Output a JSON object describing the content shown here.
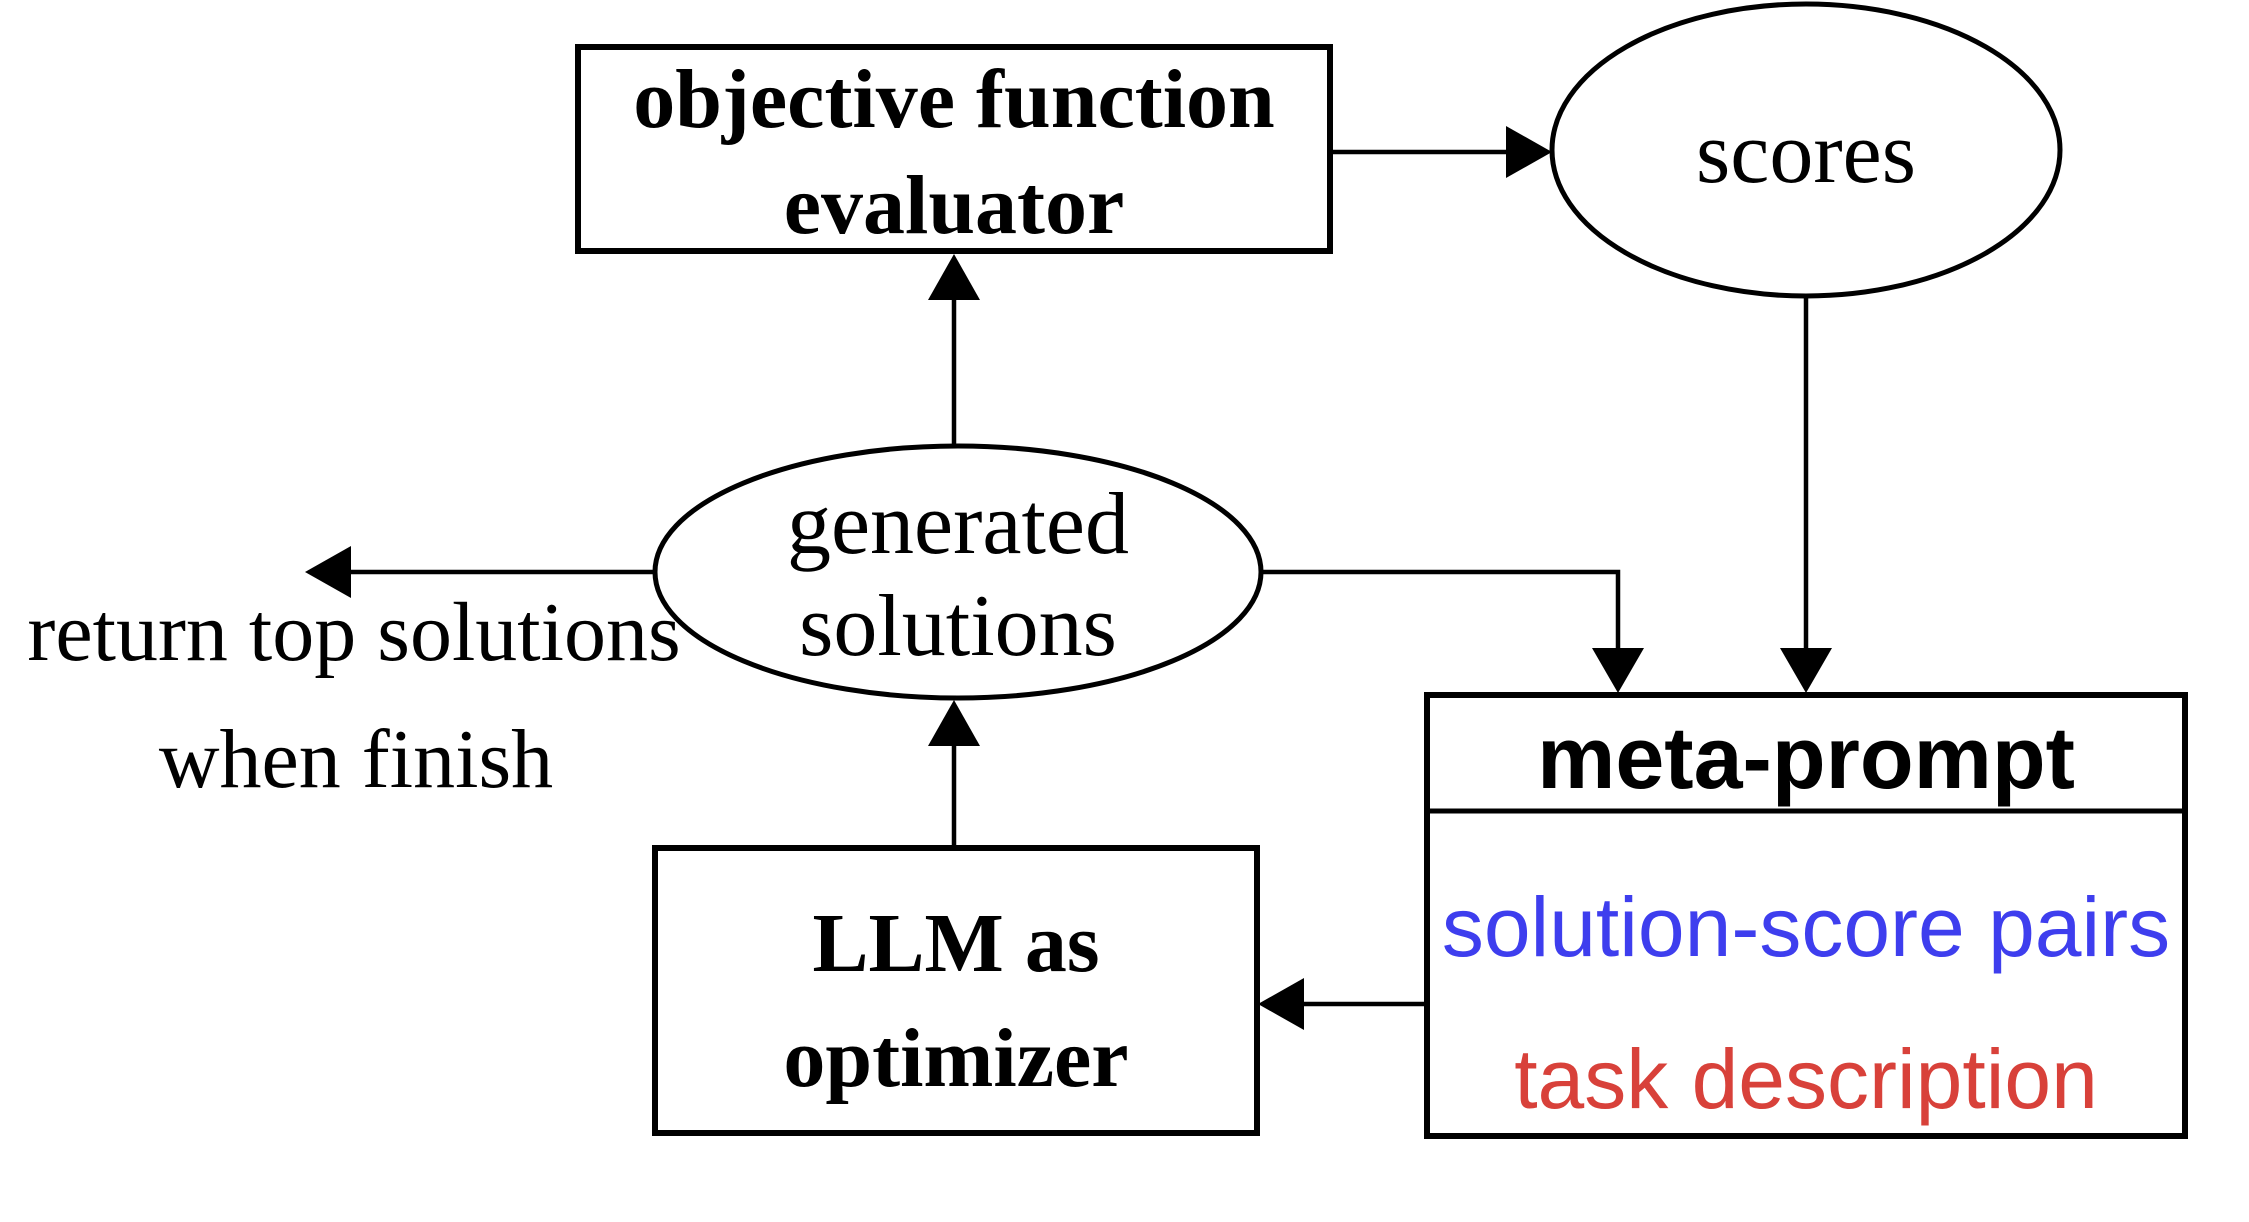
{
  "nodes": {
    "evaluator": {
      "line1": "objective function",
      "line2": "evaluator"
    },
    "scores": {
      "label": "scores"
    },
    "generated_solutions": {
      "line1": "generated",
      "line2": "solutions"
    },
    "llm_optimizer": {
      "line1": "LLM as",
      "line2": "optimizer"
    },
    "meta_prompt": {
      "title": "meta-prompt",
      "solution_score_pairs": "solution-score pairs",
      "task_description": "task description"
    }
  },
  "annotations": {
    "return_note_line1": "return top solutions",
    "return_note_line2": "when finish"
  },
  "colors": {
    "solution_score_pairs": "#3e3eee",
    "task_description": "#d8413a",
    "outline": "#000000",
    "background": "#ffffff"
  }
}
